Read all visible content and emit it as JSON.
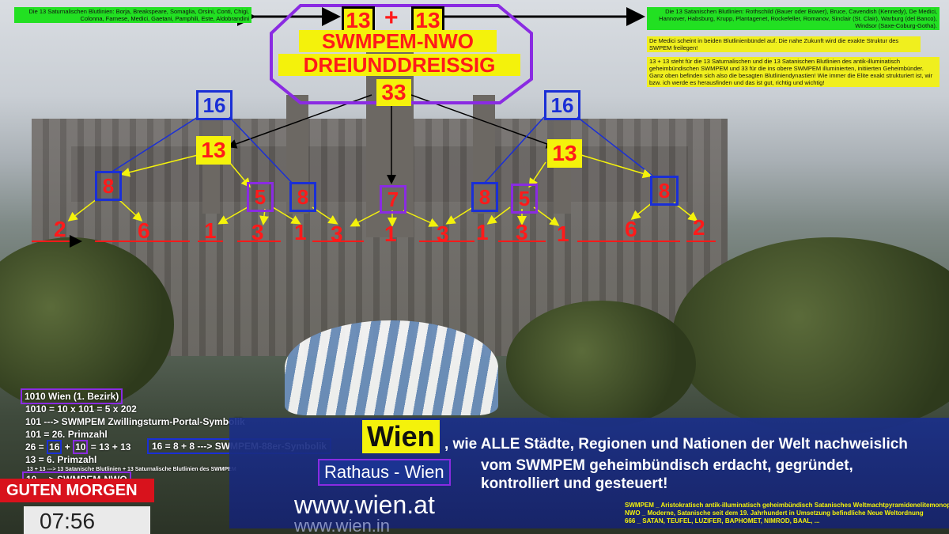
{
  "top_left_green": "Die 13 Saturnalischen Blutlinien: Borja, Breakspeare, Somaglia, Orsini, Conti, Chigi, Colonna, Farnese, Medici, Gaetani, Pamphili, Este, Aldobrandini",
  "top_right_green": "Die 13 Satanischen Blutlinien: Rothschild (Bauer oder Bower), Bruce, Cavendish (Kennedy), De Medici, Hannover, Habsburg, Krupp, Plantagenet, Rockefeller, Romanov, Sinclair (St. Clair), Warburg (del Banco), Windsor (Saxe-Coburg-Gotha).",
  "yellow_note_1": "De Medici scheint in beiden Blutlinienbündel auf. Die nahe Zukunft wird die exakte Struktur des SWPEM freilegen!",
  "yellow_note_2": "13 + 13 steht für die 13 Saturnalischen und die 13 Satanischen Blutlinien des antik-illuminatisch geheimbündischen SWMPEM und 33 für die ins obere SWMPEM illuminierten, initiierten Geheimbünder. Ganz oben befinden sich also die besagten Blutliniendynastien! Wie immer die Elite exakt strukturiert ist, wir bzw. ich werde es herausfinden und das ist gut, richtig und wichtig!",
  "center": {
    "left13": "13",
    "plus": "+",
    "right13": "13",
    "title1": "SWMPEM-NWO",
    "title2": "DREIUNDDREISSIG",
    "n33": "33"
  },
  "numbers": {
    "n16_left": "16",
    "n16_right": "16",
    "n13_left": "13",
    "n13_right": "13",
    "n8_a": "8",
    "n5_a": "5",
    "n8_b": "8",
    "n7": "7",
    "n8_c": "8",
    "n5_b": "5",
    "n8_d": "8",
    "row": [
      "2",
      "6",
      "1",
      "3",
      "1",
      "3",
      "1",
      "3",
      "1",
      "3",
      "1",
      "6",
      "2"
    ]
  },
  "info_lines": {
    "l0": "1010 Wien (1. Bezirk)",
    "l1": "1010 = 10 x 101 = 5 x 202",
    "l2": "101 ---> SWMPEM Zwillingsturm-Portal-Symbolik",
    "l3": "101 = 26. Primzahl",
    "l4a": "26 = ",
    "l4b": "16",
    "l4c": " + ",
    "l4d": "10",
    "l4e": " = 13 + 13",
    "l5": "16 = 8 + 8 ---> SWMPEM-88er-Symbolik",
    "l6": "13 = 6. Primzahl",
    "l7": "13 + 13 ---> 13 Satanische Blutlinien + 13 Saturnalische Blutlinien des SWMPEM",
    "l8": "10 ---> SWMPEM-NWO"
  },
  "banner": {
    "wien": "Wien",
    "line1": ", wie ALLE Städte, Regionen und Nationen der Welt nachweislich",
    "rathaus": "Rathaus - Wien",
    "line2": "vom SWMPEM geheimbündisch erdacht, gegründet,",
    "line3": "kontrolliert und gesteuert!",
    "url": "www.wien.at",
    "url_partial": "www.wien.in"
  },
  "footnote": {
    "f1": "SWMPEM _ Aristokratisch antik-illuminatisch geheimbündisch Satanisches Weltmachtpyramidenelitemonopol",
    "f2": "NWO _ Moderne, Satanische seit dem 19. Jahrhundert in Umsetzung befindliche Neue Weltordnung",
    "f3": "666 _ SATAN, TEUFEL, LUZIFER, BAPHOMET, NIMROD, BAAL, ..."
  },
  "tv": {
    "show": "GUTEN MORGEN",
    "time": "07:56"
  },
  "colors": {
    "red": "#ff1a1a",
    "blue": "#1a2fd6",
    "purple": "#8a2be2",
    "yellow": "#f4f20b",
    "green": "#22e022"
  }
}
